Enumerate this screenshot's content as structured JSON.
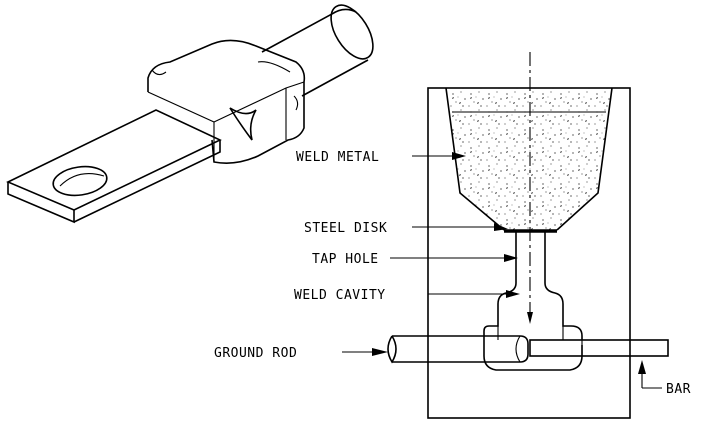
{
  "labels": {
    "weld_metal": "WELD METAL",
    "steel_disk": "STEEL DISK",
    "tap_hole": "TAP HOLE",
    "weld_cavity": "WELD CAVITY",
    "ground_rod": "GROUND ROD",
    "bar": "BAR"
  }
}
